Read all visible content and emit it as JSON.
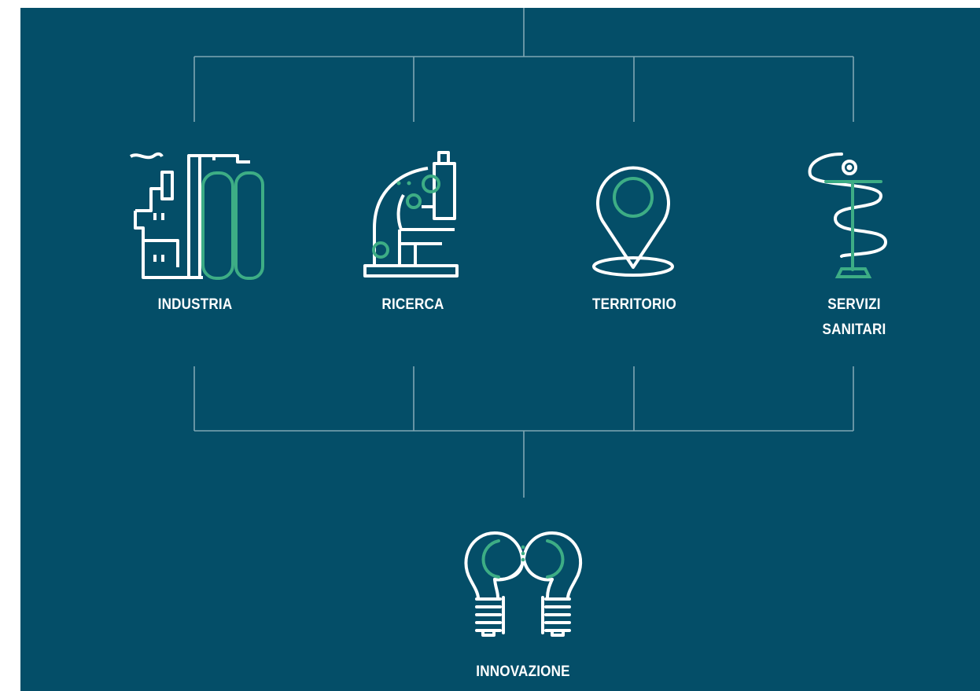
{
  "colors": {
    "background": "#044e68",
    "line": "#7fa6b3",
    "icon_white": "#ffffff",
    "icon_accent": "#3dad85"
  },
  "nodes": [
    {
      "id": "industria",
      "label": "INDUSTRIA",
      "icon": "factory-gas-cylinders-icon"
    },
    {
      "id": "ricerca",
      "label": "RICERCA",
      "icon": "microscope-icon"
    },
    {
      "id": "territorio",
      "label": "TERRITORIO",
      "icon": "map-pin-icon"
    },
    {
      "id": "servizi",
      "label_line1": "SERVIZI",
      "label_line2": "SANITARI",
      "icon": "caduceus-icon"
    }
  ],
  "result": {
    "label": "INNOVAZIONE",
    "icon": "twin-light-bulbs-icon"
  }
}
